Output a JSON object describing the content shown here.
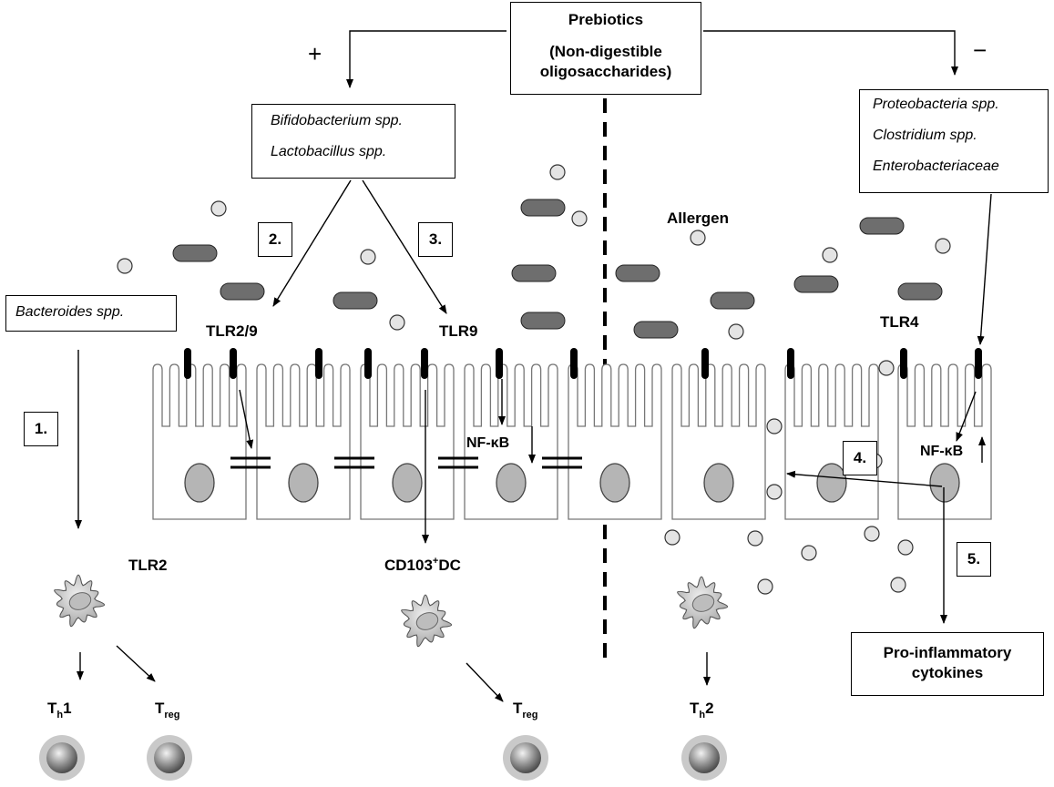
{
  "prebiotics": {
    "title": "Prebiotics",
    "line2": "(Non-digestible",
    "line3": "oligosaccharides)"
  },
  "effects": {
    "plus": "+",
    "minus": "−"
  },
  "beneficial_bacteria": [
    "Bifidobacterium spp.",
    "Lactobacillus spp."
  ],
  "harmful_bacteria": [
    "Proteobacteria spp.",
    "Clostridium spp.",
    "Enterobacteriaceae"
  ],
  "bacteroides": "Bacteroides spp.",
  "steps": [
    "1.",
    "2.",
    "3.",
    "4.",
    "5."
  ],
  "receptors": {
    "tlr29": "TLR2/9",
    "tlr9": "TLR9",
    "tlr4": "TLR4",
    "tlr2": "TLR2"
  },
  "nfkb": "NF-κB",
  "allergen": "Allergen",
  "dc": {
    "main": "CD103",
    "sup": "+",
    "tail": "DC"
  },
  "t_cells": {
    "th1": {
      "base": "T",
      "sub": "h",
      "tail": "1"
    },
    "treg": {
      "base": "T",
      "sub": "reg",
      "tail": ""
    },
    "th2": {
      "base": "T",
      "sub": "h",
      "tail": "2"
    }
  },
  "cytokines": {
    "line1": "Pro-inflammatory",
    "line2": "cytokines"
  },
  "colors": {
    "line": "#000000",
    "cell_border": "#777777",
    "bacteria_fill": "#6e6e6e",
    "nucleus_fill": "#b5b5b5",
    "allergen_fill": "#e4e4e4",
    "dc_fill": "#cfcfcf"
  }
}
